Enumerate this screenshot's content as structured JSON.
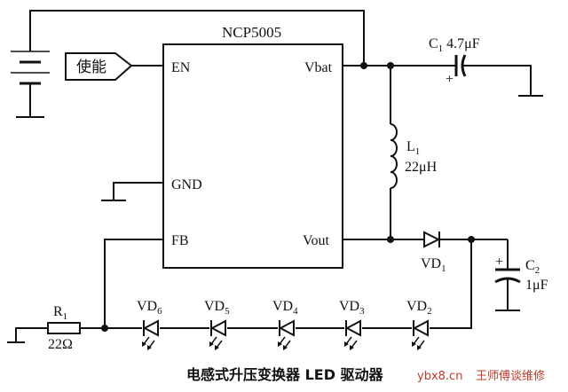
{
  "chip": {
    "name": "NCP5005",
    "pins": {
      "en": "EN",
      "gnd": "GND",
      "fb": "FB",
      "vbat": "Vbat",
      "vout": "Vout"
    }
  },
  "enable_label": "使能",
  "c1": {
    "name": "C",
    "sub": "1",
    "value": "4.7μF"
  },
  "c2": {
    "name": "C",
    "sub": "2",
    "value": "1μF"
  },
  "l1": {
    "name": "L",
    "sub": "1",
    "value": "22μH"
  },
  "vd1": {
    "name": "VD",
    "sub": "1"
  },
  "r1": {
    "name": "R",
    "sub": "1",
    "value": "22Ω"
  },
  "leds": [
    {
      "name": "VD",
      "sub": "6"
    },
    {
      "name": "VD",
      "sub": "5"
    },
    {
      "name": "VD",
      "sub": "4"
    },
    {
      "name": "VD",
      "sub": "3"
    },
    {
      "name": "VD",
      "sub": "2"
    }
  ],
  "plus": "+",
  "caption": "电感式升压变换器 LED 驱动器",
  "watermark": {
    "site": "ybx8.cn",
    "author": "王师傅谈维修"
  }
}
